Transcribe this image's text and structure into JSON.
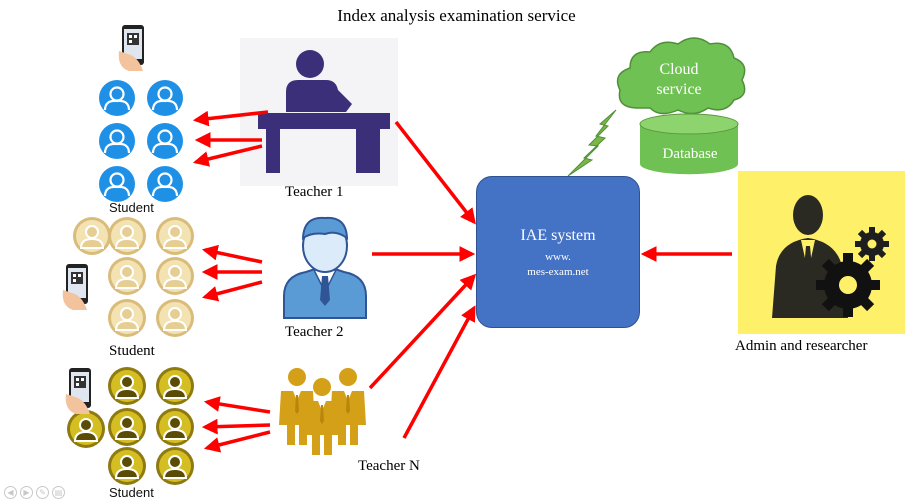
{
  "title": "Index analysis examination service",
  "system": {
    "name": "IAE system",
    "www": "www.",
    "domain": "mes-exam.net"
  },
  "cloud": {
    "label_line1": "Cloud",
    "label_line2": "service"
  },
  "database": {
    "label": "Database"
  },
  "teachers": [
    {
      "label": "Teacher 1"
    },
    {
      "label": "Teacher 2"
    },
    {
      "label": "Teacher N"
    }
  ],
  "student_groups": [
    {
      "label": "Student",
      "color": "#2196F3"
    },
    {
      "label": "Student",
      "color": "#E8CF8C"
    },
    {
      "label": "Student",
      "color": "#C9B21A"
    }
  ],
  "admin": {
    "label": "Admin and researcher"
  },
  "colors": {
    "arrow": "#FF0000",
    "system_box": "#4472C4",
    "cloud": "#70C154",
    "teacher1": "#3B2F7A",
    "teacher2": "#5B9BD5",
    "teacherN": "#D4A017",
    "admin_bg": "#FFF06A",
    "lightning": "#7AB648"
  }
}
